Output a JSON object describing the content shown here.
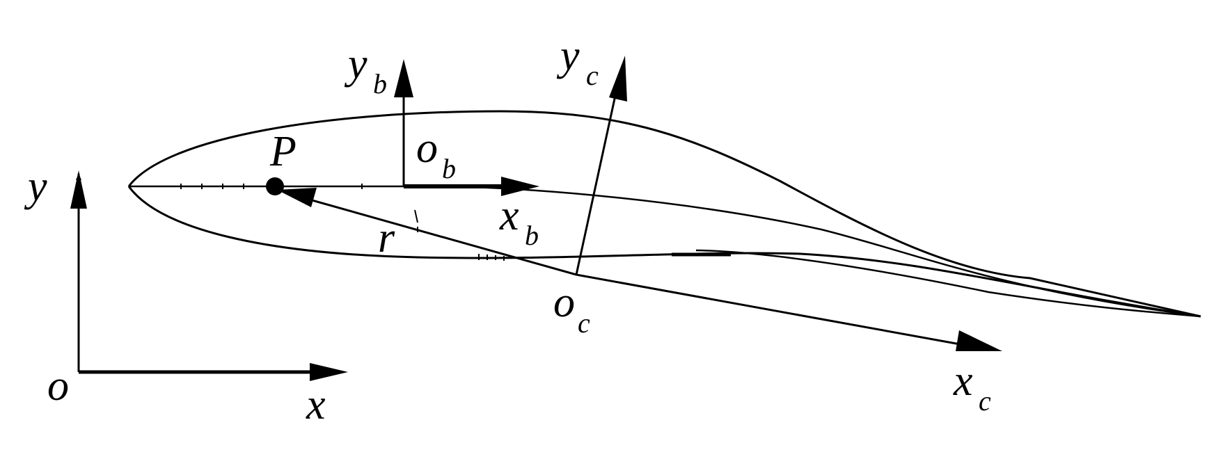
{
  "labels": {
    "global_origin": "o",
    "global_x": "x",
    "global_y": "y",
    "point": "P",
    "body_origin": "o",
    "body_origin_sub": "b",
    "body_x": "x",
    "body_x_sub": "b",
    "body_y": "y",
    "body_y_sub": "b",
    "chord_origin": "o",
    "chord_origin_sub": "c",
    "chord_x": "x",
    "chord_x_sub": "c",
    "chord_y": "y",
    "chord_y_sub": "c",
    "radius": "r"
  }
}
